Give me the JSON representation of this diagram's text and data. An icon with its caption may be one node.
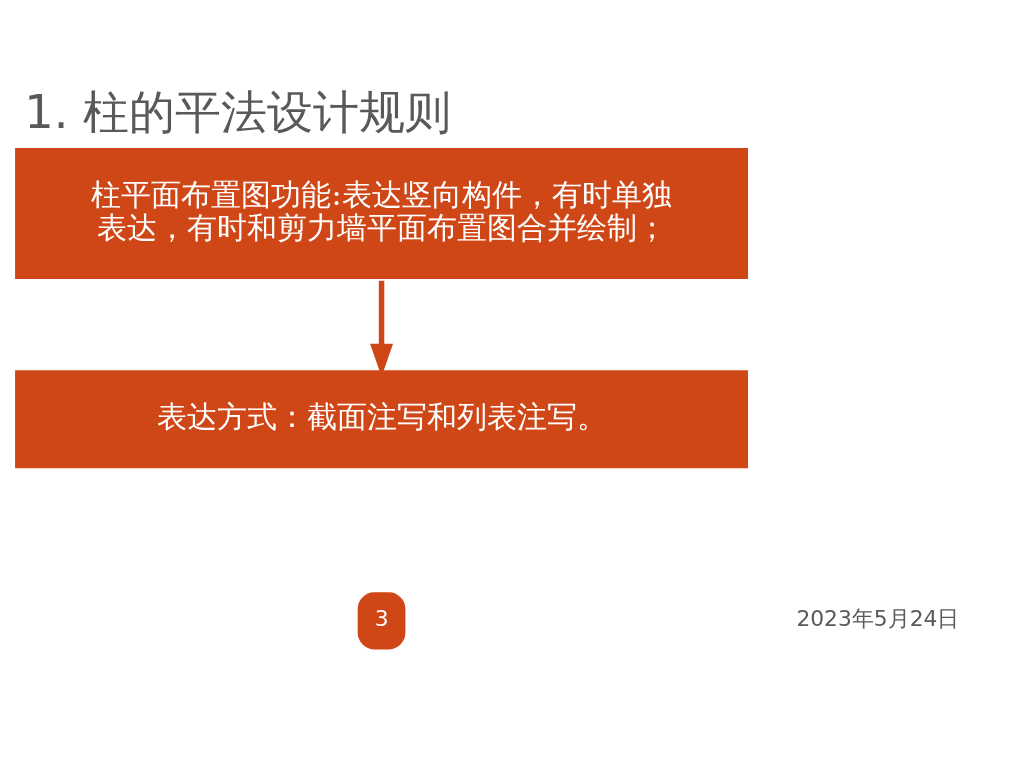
{
  "diagram": {
    "title": "1. 柱的平法设计规则",
    "nodes": [
      {
        "text": [
          "柱平面布置图功能:表达竖向构件，有时单独表达，有时和剪力墙平面布置图合并绘制；"
        ]
      },
      {
        "text": [
          "表达方式：截面注写和列表注写。"
        ]
      }
    ],
    "edges": [
      {
        "from": 0,
        "to": 1,
        "arrow": "to"
      }
    ],
    "labels": [
      "3",
      "2023年5月24日"
    ]
  }
}
